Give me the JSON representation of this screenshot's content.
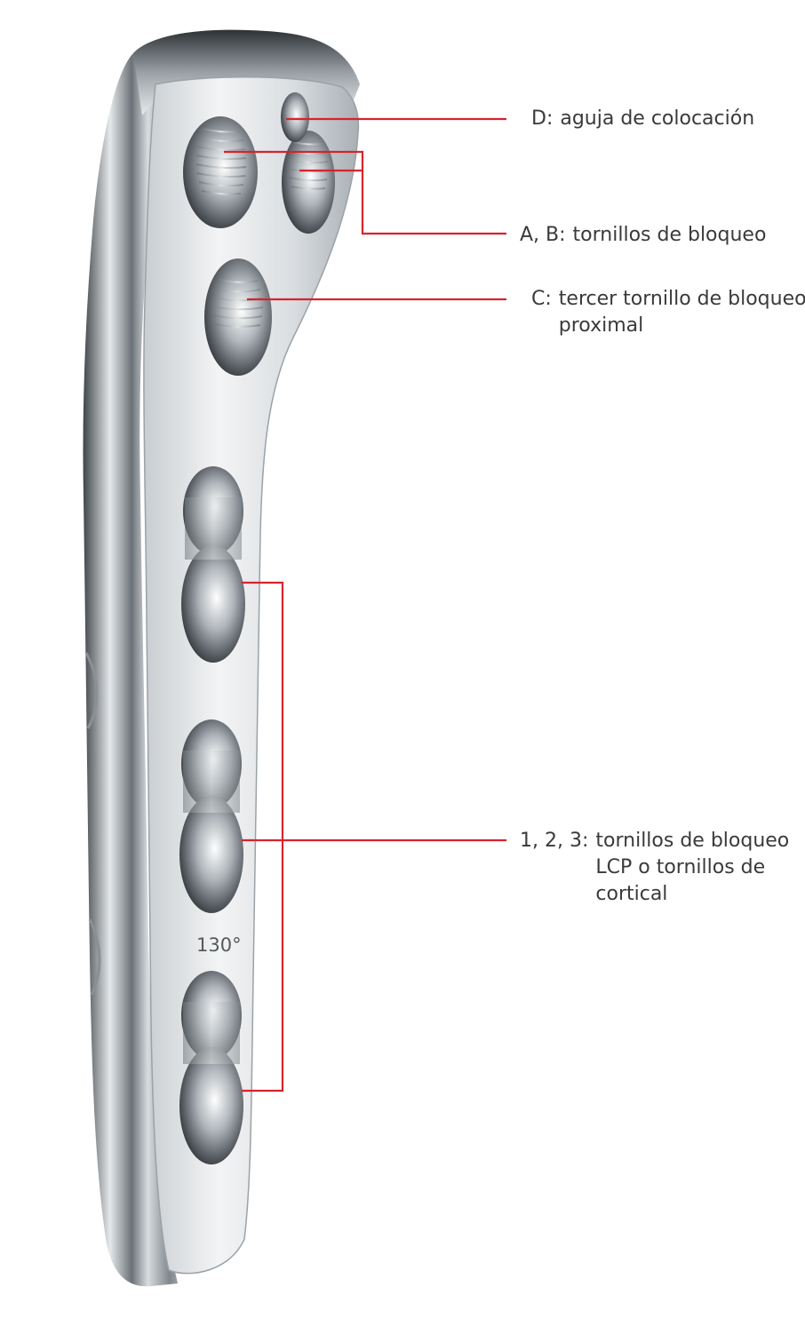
{
  "plate": {
    "engraving": "130°"
  },
  "callouts": [
    {
      "id": "D",
      "prefix": "D:",
      "lines": [
        "aguja de colocación"
      ]
    },
    {
      "id": "AB",
      "prefix": "A, B:",
      "lines": [
        "tornillos de bloqueo"
      ]
    },
    {
      "id": "C",
      "prefix": "C:",
      "lines": [
        "tercer tornillo de bloqueo",
        "proximal"
      ]
    },
    {
      "id": "123",
      "prefix": "1, 2, 3:",
      "lines": [
        "tornillos de bloqueo",
        "LCP o tornillos de",
        "cortical"
      ]
    }
  ],
  "colors": {
    "leader_line": "#d7232e",
    "label_text": "#3a3a3a",
    "metal_light": "#f4f5f6",
    "metal_mid": "#b9bec3",
    "metal_dark": "#4a5055"
  }
}
